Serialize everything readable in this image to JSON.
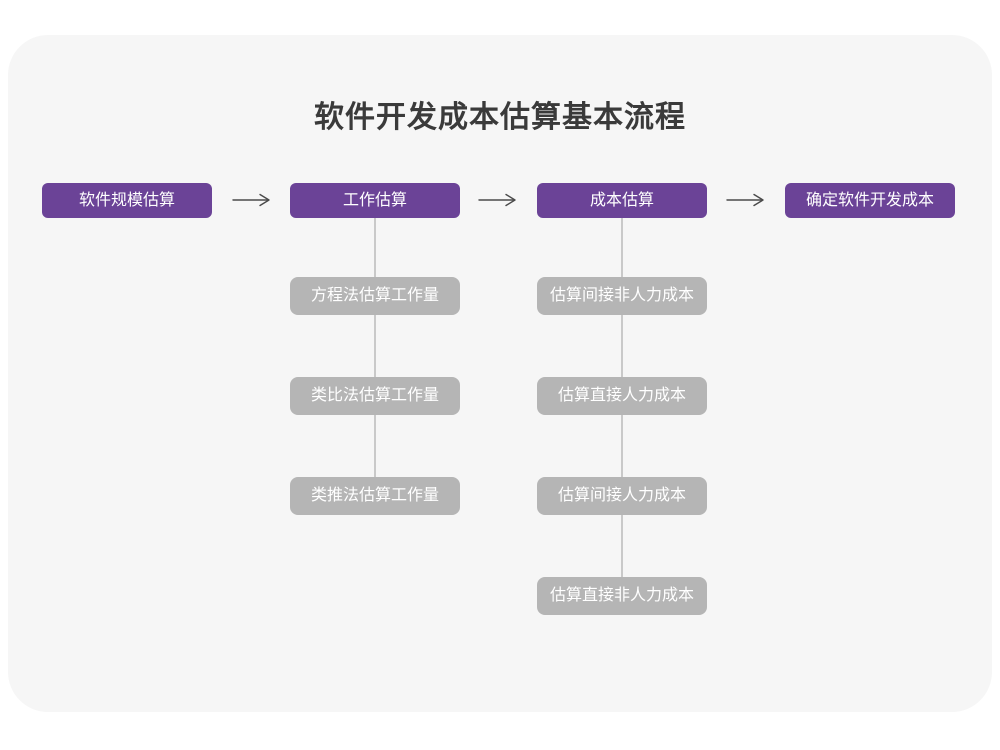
{
  "title": "软件开发成本估算基本流程",
  "colors": {
    "page_bg": "#ffffff",
    "card_bg": "#f6f6f6",
    "primary": "#6b4397",
    "secondary": "#b5b5b5",
    "connector": "#c9c9c9",
    "arrow": "#4a4a4a",
    "title_text": "#3a3a3a",
    "box_text": "#ffffff"
  },
  "flow": {
    "main_steps": [
      {
        "label": "软件规模估算"
      },
      {
        "label": "工作估算"
      },
      {
        "label": "成本估算"
      },
      {
        "label": "确定软件开发成本"
      }
    ],
    "work_estimation_substeps": [
      "方程法估算工作量",
      "类比法估算工作量",
      "类推法估算工作量"
    ],
    "cost_estimation_substeps": [
      "估算间接非人力成本",
      "估算直接人力成本",
      "估算间接人力成本",
      "估算直接非人力成本"
    ]
  }
}
